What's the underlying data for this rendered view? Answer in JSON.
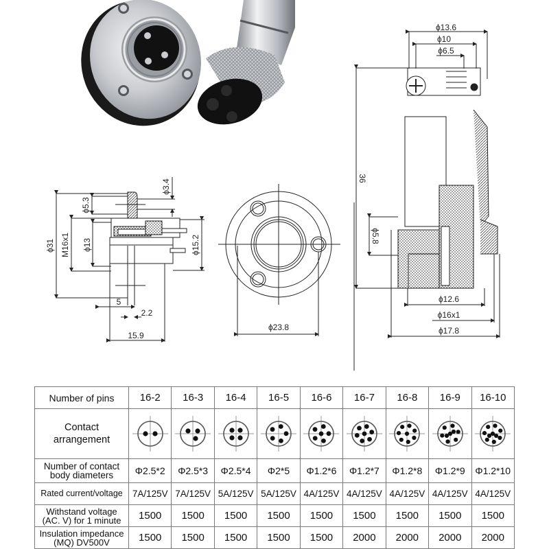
{
  "photo": {
    "items": [
      {
        "name": "panel-mount-socket",
        "description": "Chrome flange-mount male aviation connector with 3 pins and black gasket"
      },
      {
        "name": "cable-female-plug",
        "description": "Chrome cable plug with knurled coupling nut and black 3-hole female insert"
      }
    ]
  },
  "drawings": {
    "socket_side_view": {
      "dims": {
        "d31": "ϕ31",
        "m16": "M16x1",
        "d5_3": "ϕ5.3",
        "d13": "ϕ13",
        "d3_4": "ϕ3.4",
        "d15_2": "ϕ15.2",
        "l5": "5",
        "l2_2": "2.2",
        "l15_9": "15.9"
      }
    },
    "socket_front_view": {
      "dims": {
        "d23_8": "ϕ23.8"
      }
    },
    "plug_section_view": {
      "dims": {
        "d13_6": "ϕ13.6",
        "d10": "ϕ10",
        "d6_5": "ϕ6.5",
        "l36": "36",
        "d5_8": "ϕ5.8",
        "d12_6": "ϕ12.6",
        "d16x1": "ϕ16x1",
        "d17_8": "ϕ17.8"
      }
    }
  },
  "spec_table": {
    "row_labels": {
      "pins": "Number of pins",
      "arrangement": [
        "Contact",
        "arrangement"
      ],
      "diameters": [
        "Number of contact",
        "body diameters"
      ],
      "current": "Rated current/voltage",
      "withstand": [
        "Withstand voltage",
        "(AC. V) for 1 minute"
      ],
      "insulation": [
        "Insulation impedance",
        "(MQ) DV500V"
      ]
    },
    "columns": [
      {
        "model": "16-2",
        "pin_count": 2,
        "diameter": "Φ2.5*2",
        "current": "7A/125V",
        "withstand": "1500",
        "insulation": "1500"
      },
      {
        "model": "16-3",
        "pin_count": 3,
        "diameter": "Φ2.5*3",
        "current": "7A/125V",
        "withstand": "1500",
        "insulation": "1500"
      },
      {
        "model": "16-4",
        "pin_count": 4,
        "diameter": "Φ2.5*4",
        "current": "5A/125V",
        "withstand": "1500",
        "insulation": "1500"
      },
      {
        "model": "16-5",
        "pin_count": 5,
        "diameter": "Φ2*5",
        "current": "5A/125V",
        "withstand": "1500",
        "insulation": "1500"
      },
      {
        "model": "16-6",
        "pin_count": 6,
        "diameter": "Φ1.2*6",
        "current": "4A/125V",
        "withstand": "1500",
        "insulation": "1500"
      },
      {
        "model": "16-7",
        "pin_count": 7,
        "diameter": "Φ1.2*7",
        "current": "4A/125V",
        "withstand": "1500",
        "insulation": "2000"
      },
      {
        "model": "16-8",
        "pin_count": 8,
        "diameter": "Φ1.2*8",
        "current": "4A/125V",
        "withstand": "1500",
        "insulation": "2000"
      },
      {
        "model": "16-9",
        "pin_count": 9,
        "diameter": "Φ1.2*9",
        "current": "4A/125V",
        "withstand": "1500",
        "insulation": "2000"
      },
      {
        "model": "16-10",
        "pin_count": 10,
        "diameter": "Φ1.2*10",
        "current": "4A/125V",
        "withstand": "1500",
        "insulation": "2000"
      }
    ]
  },
  "colors": {
    "line": "#222222",
    "grid": "#7a7a7a",
    "chrome_light": "#e8e8ea",
    "chrome_mid": "#b9bcc1",
    "chrome_dark": "#6e7278",
    "rubber": "#1a1a1a"
  }
}
